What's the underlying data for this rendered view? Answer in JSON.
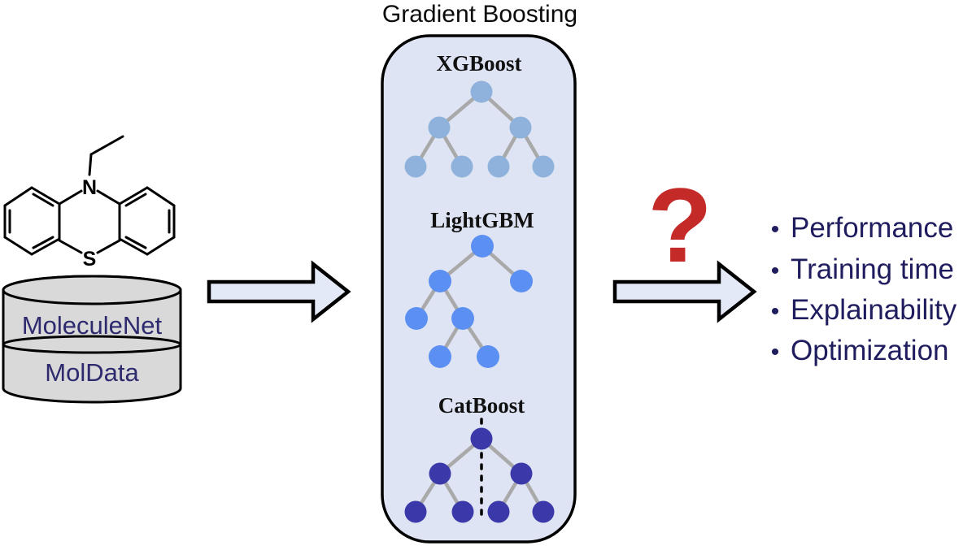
{
  "molecule": {
    "atom_n": "N",
    "atom_s": "S"
  },
  "database": {
    "top_label": "MoleculeNet",
    "bottom_label": "MolData"
  },
  "gradient_boosting": {
    "title": "Gradient Boosting",
    "models": [
      {
        "label": "XGBoost",
        "node_color": "#8fb2dc"
      },
      {
        "label": "LightGBM",
        "node_color": "#5c8ff2"
      },
      {
        "label": "CatBoost",
        "node_color": "#3b38a9"
      }
    ]
  },
  "question_mark": "?",
  "outcomes": {
    "bullet": "•",
    "items": [
      "Performance",
      "Training time",
      "Explainability",
      "Optimization"
    ]
  },
  "colors": {
    "gb_box_fill": "#dee4f3",
    "arrow_fill": "#e3e9f6",
    "edge": "#a9a9a9",
    "cylinder_fill": "#d9d9d9",
    "db_text": "#2d2a6e",
    "outcome_text": "#201d5f",
    "question_mark": "#c32a28"
  }
}
